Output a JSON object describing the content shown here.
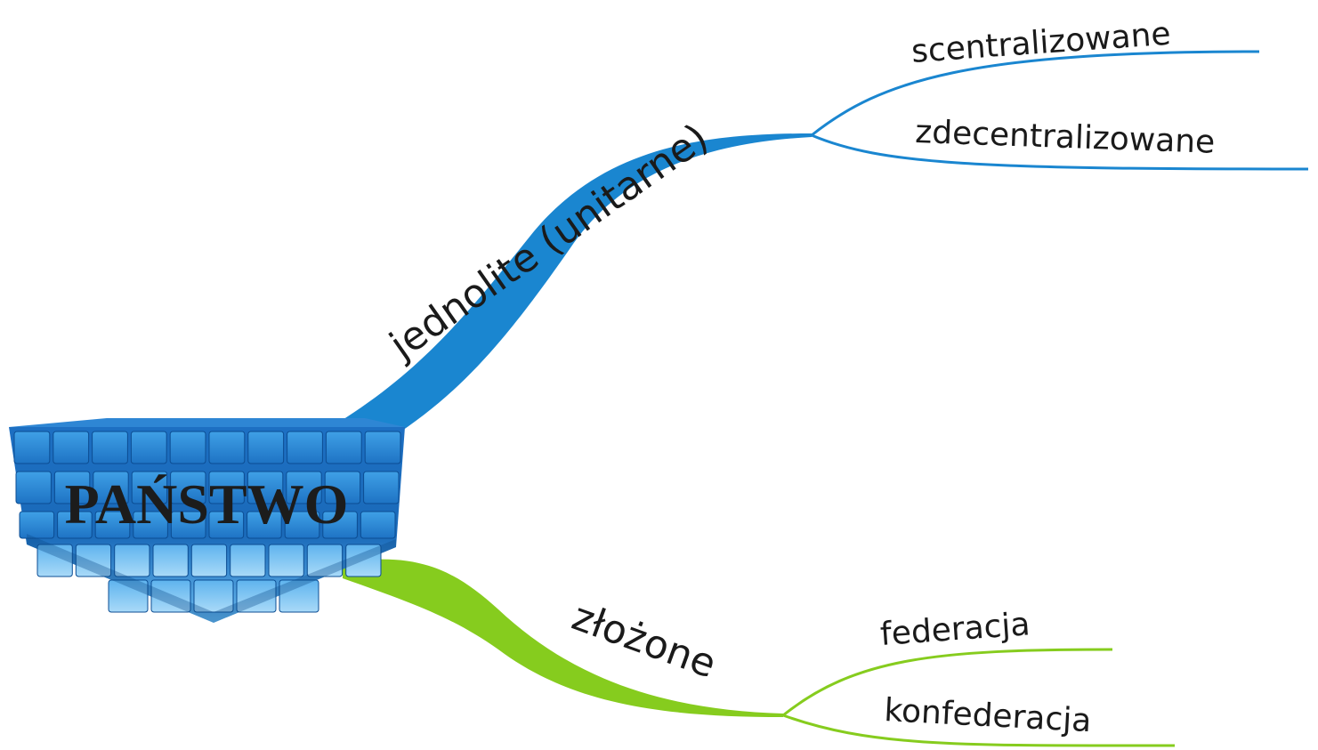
{
  "root": {
    "label": "PAŃSTWO"
  },
  "branches": {
    "unitary": {
      "label": "jednolite (unitarne)",
      "color": "#1a86d0",
      "children": [
        {
          "label": "scentralizowane"
        },
        {
          "label": "zdecentralizowane"
        }
      ]
    },
    "composite": {
      "label": "złożone",
      "color": "#86cc1e",
      "children": [
        {
          "label": "federacja"
        },
        {
          "label": "konfederacja"
        }
      ]
    }
  },
  "colors": {
    "cube_dark": "#0d4f95",
    "cube_mid": "#1f7ccf",
    "cube_light": "#6ab9f0",
    "cube_pale": "#9fd3f7",
    "background": "#ffffff"
  }
}
